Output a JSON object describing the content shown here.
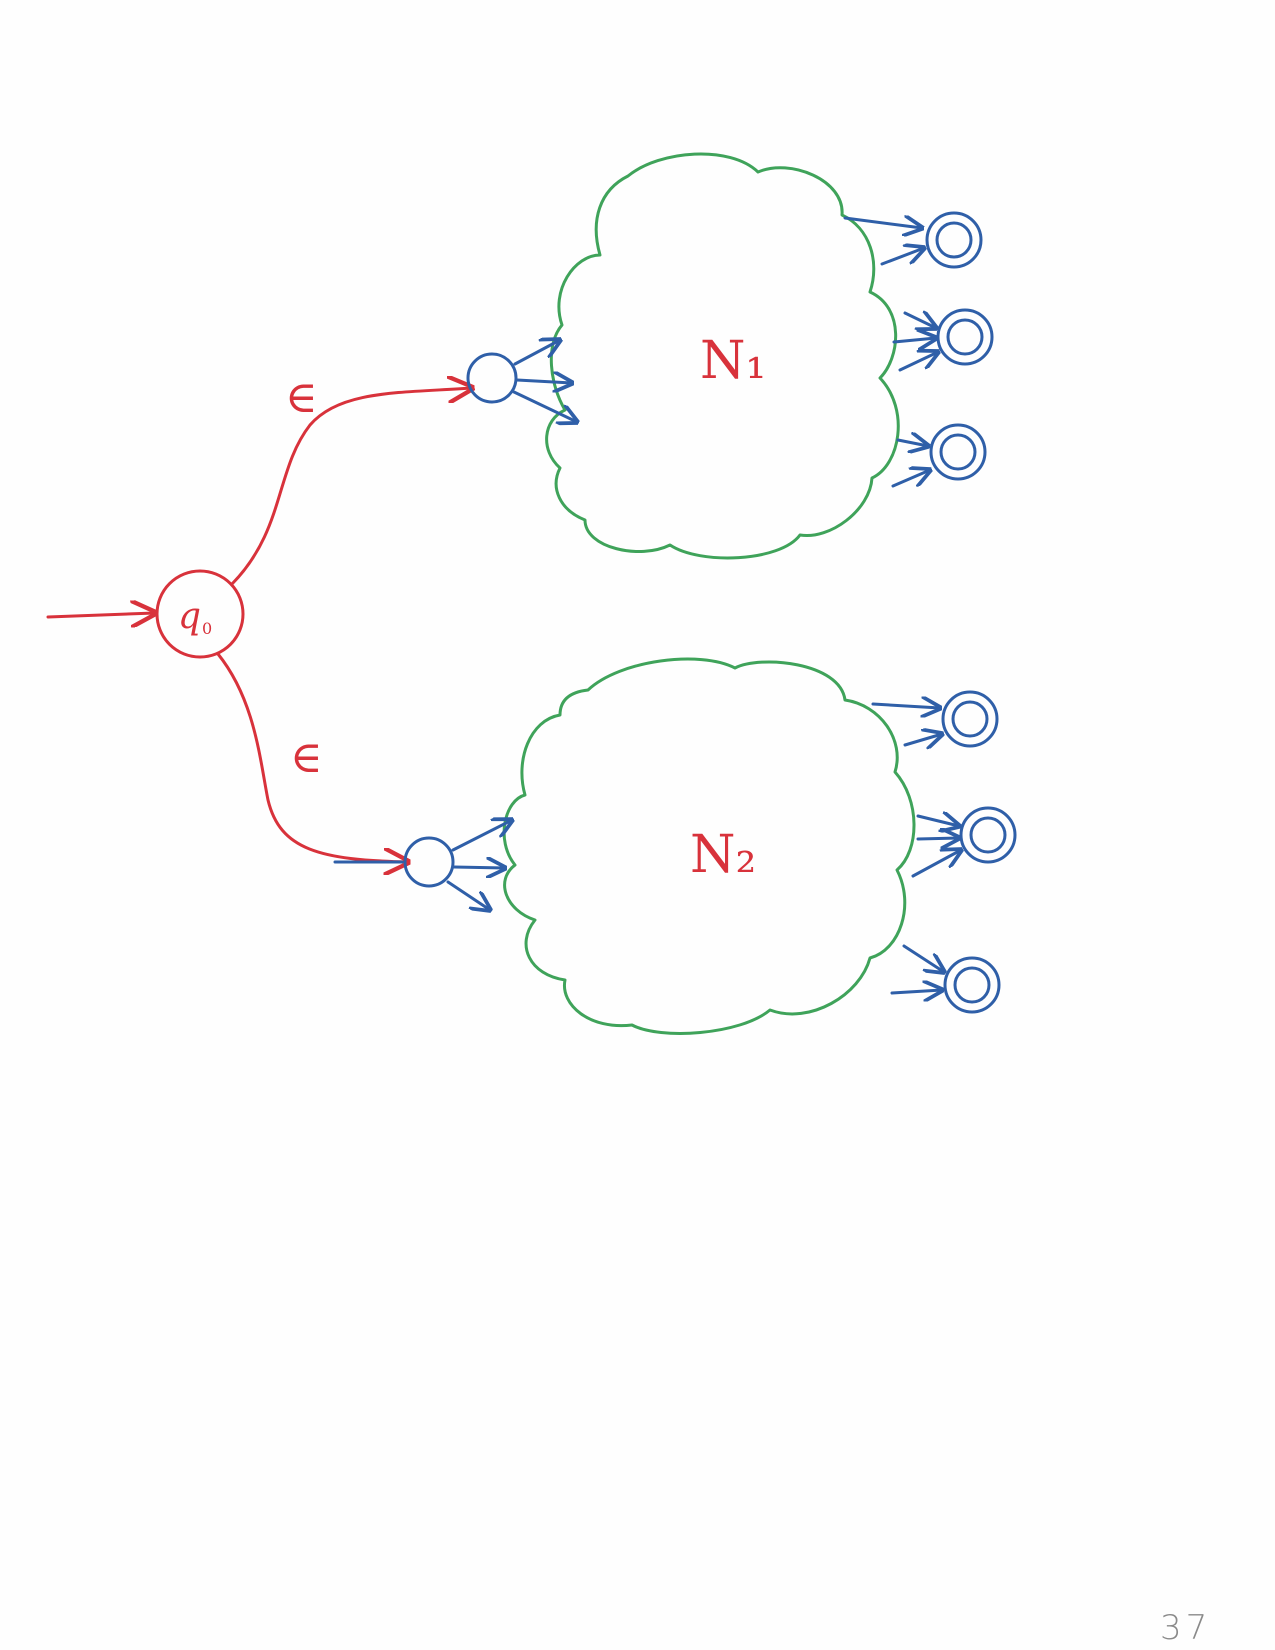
{
  "diagram": {
    "start_state": {
      "label": "q",
      "subscript": "0"
    },
    "upper_edge_label": "∈",
    "lower_edge_label": "∈",
    "upper_cloud_label": "N₁",
    "lower_cloud_label": "N₂",
    "colors": {
      "epsilon_transitions": "#d8323b",
      "states": "#2f5fa8",
      "clouds": "#3fa35a",
      "labels": "#d8323b"
    }
  },
  "page_number": "37"
}
